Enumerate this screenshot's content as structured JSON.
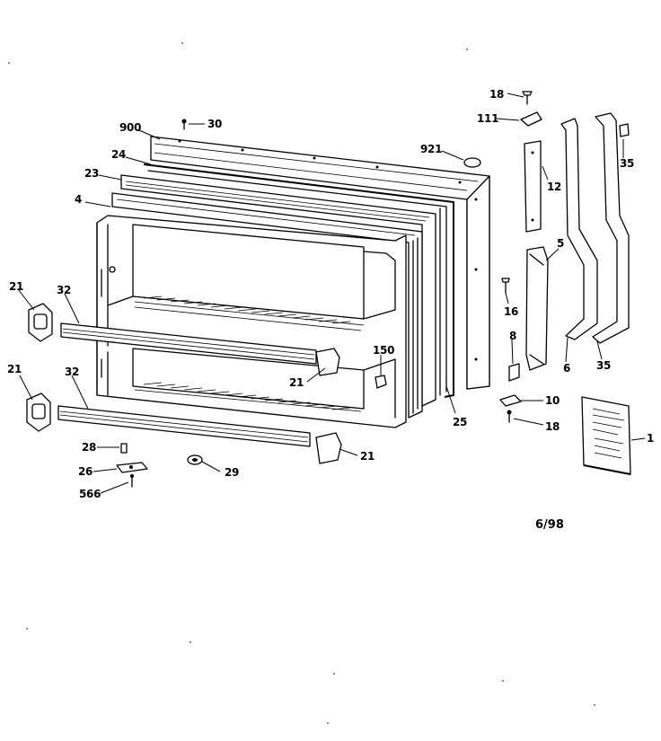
{
  "callouts": {
    "c900": "900",
    "c30": "30",
    "c24": "24",
    "c23": "23",
    "c4": "4",
    "c921": "921",
    "c18a": "18",
    "c111": "111",
    "c12": "12",
    "c35a": "35",
    "c5": "5",
    "c16": "16",
    "c8": "8",
    "c10": "10",
    "c18b": "18",
    "c6": "6",
    "c35b": "35",
    "c1": "1",
    "c21a": "21",
    "c21b": "21",
    "c21c": "21",
    "c21d": "21",
    "c32a": "32",
    "c32b": "32",
    "c150": "150",
    "c25": "25",
    "c28": "28",
    "c26": "26",
    "c566": "566",
    "c29": "29"
  },
  "date_stamp": "6/98"
}
